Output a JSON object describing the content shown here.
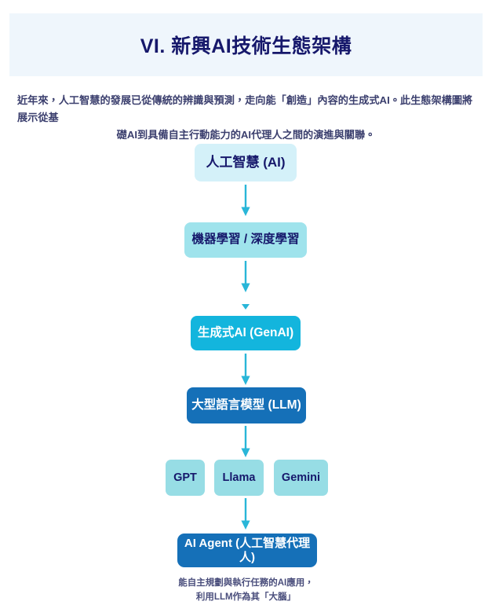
{
  "header": {
    "title": "VI. 新興AI技術生態架構",
    "band_color": "#eff6fc",
    "title_color": "#16186b"
  },
  "intro": {
    "line1": "近年來，人工智慧的發展已從傳統的辨識與預測，走向能「創造」內容的生成式AI。此生態架構圖將展示從基",
    "line2": "礎AI到具備自主行動能力的AI代理人之間的演進與關聯。"
  },
  "diagram": {
    "type": "flowchart",
    "orientation": "top-down",
    "arrow_color": "#29b6d8",
    "levels": [
      {
        "id": "ai",
        "label": "人工智慧 (AI)",
        "bg": "#d4f1f9",
        "fg": "#16186b"
      },
      {
        "id": "ml",
        "label": "機器學習 / 深度學習",
        "bg": "#9fe3ec",
        "fg": "#16186b"
      },
      {
        "id": "genai",
        "label": "生成式AI (GenAI)",
        "bg": "#13b5dd",
        "fg": "#ffffff"
      },
      {
        "id": "llm",
        "label": "大型語言模型 (LLM)",
        "bg": "#1570b8",
        "fg": "#ffffff"
      },
      {
        "id": "agent",
        "label": "AI Agent (人工智慧代理人)",
        "bg": "#1570b8",
        "fg": "#ffffff"
      }
    ],
    "models": [
      {
        "id": "gpt",
        "label": "GPT",
        "bg": "#97dde5",
        "fg": "#16186b"
      },
      {
        "id": "llama",
        "label": "Llama",
        "bg": "#97dde5",
        "fg": "#16186b"
      },
      {
        "id": "gemini",
        "label": "Gemini",
        "bg": "#97dde5",
        "fg": "#16186b"
      }
    ],
    "arrows": [
      {
        "id": "ai-to-ml",
        "from": "ai",
        "to": "ml"
      },
      {
        "id": "ml-to-genai",
        "from": "ml",
        "to": "genai"
      },
      {
        "id": "genai-to-llm",
        "from": "genai",
        "to": "llm"
      },
      {
        "id": "llm-to-models",
        "from": "llm",
        "to": "models"
      },
      {
        "id": "models-to-agent",
        "from": "models",
        "to": "agent"
      }
    ]
  },
  "caption": {
    "line1": "能自主規劃與執行任務的AI應用，",
    "line2": "利用LLM作為其「大腦」"
  }
}
